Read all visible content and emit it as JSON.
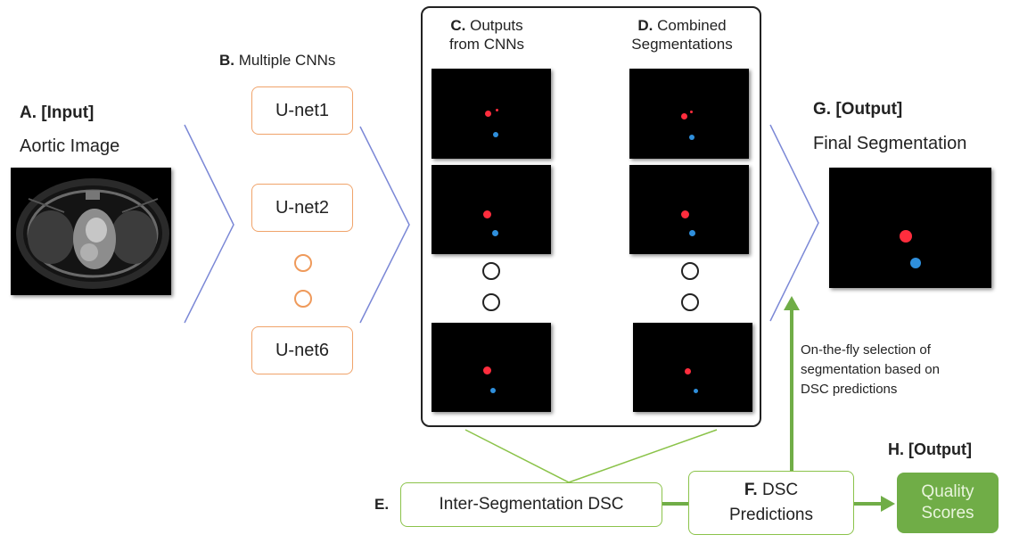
{
  "section_a": {
    "letter": "A.",
    "title": "[Input]",
    "subtitle": "Aortic Image"
  },
  "section_b": {
    "letter": "B.",
    "title": "Multiple CNNs",
    "nets": [
      "U-net1",
      "U-net2",
      "U-net6"
    ]
  },
  "section_c": {
    "letter": "C.",
    "title_line1": "Outputs",
    "title_line2": "from CNNs"
  },
  "section_d": {
    "letter": "D.",
    "title_line1": "Combined",
    "title_line2": "Segmentations"
  },
  "section_e": {
    "letter": "E.",
    "label": "Inter-Segmentation DSC"
  },
  "section_f": {
    "letter": "F.",
    "line1": "DSC",
    "line2": "Predictions"
  },
  "section_g": {
    "letter": "G.",
    "title": "[Output]",
    "subtitle": "Final Segmentation"
  },
  "section_h": {
    "letter": "H.",
    "title": "[Output]",
    "line1": "Quality",
    "line2": "Scores"
  },
  "selection_note": [
    "On-the-fly selection of",
    "segmentation based on",
    "DSC predictions"
  ],
  "colors": {
    "chevron": "#7b88d6",
    "unet_border": "#f0a36a",
    "green_border": "#8bc34a",
    "green_fill": "#70ad47",
    "segment_red": "#ff2d3d",
    "segment_blue": "#2f8fdc"
  }
}
